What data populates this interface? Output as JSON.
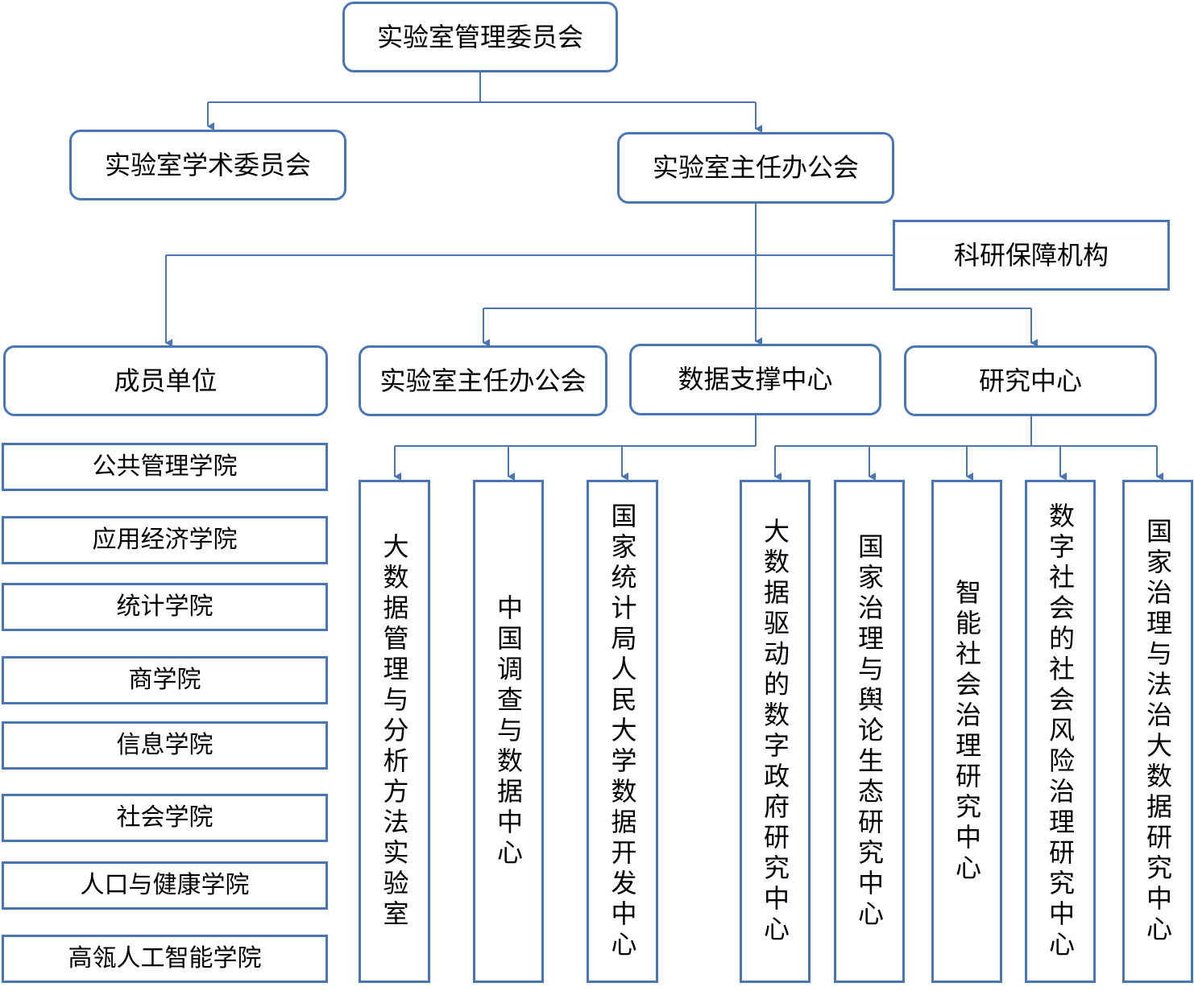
{
  "committee": {
    "management": "实验室管理委员会",
    "academic": "实验室学术委员会",
    "directors_office": "实验室主任办公会"
  },
  "support_org": "科研保障机构",
  "branches": {
    "members": "成员单位",
    "directors_office_2": "实验室主任办公会",
    "data_center": "数据支撑中心",
    "research_center": "研究中心"
  },
  "member_units": [
    "公共管理学院",
    "应用经济学院",
    "统计学院",
    "商学院",
    "信息学院",
    "社会学院",
    "人口与健康学院",
    "高瓴人工智能学院"
  ],
  "data_center_units": [
    "大数据管理与分析方法实验室",
    "中国调查与数据中心",
    "国家统计局人民大学数据开发中心"
  ],
  "research_units": [
    "大数据驱动的数字政府研究中心",
    "国家治理与舆论生态研究中心",
    "智能社会治理研究中心",
    "数字社会的社会风险治理研究中心",
    "国家治理与法治大数据研究中心"
  ],
  "colors": {
    "border": "#4a76b6",
    "line": "#4a76b6"
  }
}
